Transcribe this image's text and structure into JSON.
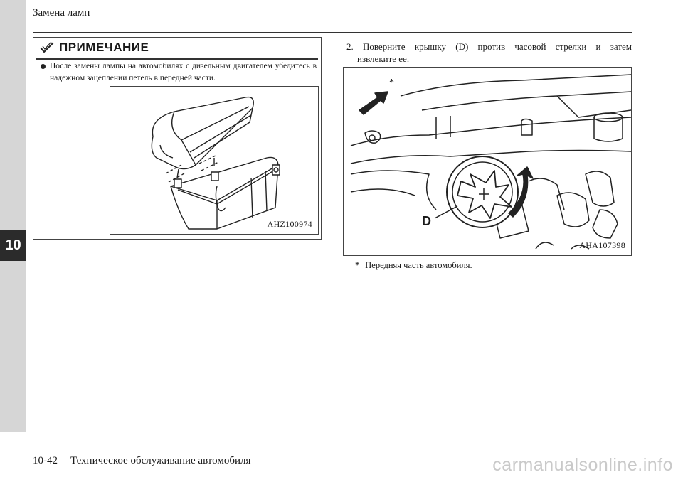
{
  "header": {
    "title": "Замена ламп"
  },
  "chapter_tab": "10",
  "note": {
    "title": "ПРИМЕЧАНИЕ",
    "text": "После замены лампы на автомобилях с дизельным двигателем убедитесь в надежном зацеплении петель в передней части.",
    "figure_code": "AHZ100974"
  },
  "step": {
    "number": "2.",
    "words": [
      "Поверните",
      "крышку",
      "(D)",
      "против",
      "часовой",
      "стрелки",
      "и",
      "затем"
    ],
    "line2": "извлеките ее."
  },
  "figure2": {
    "label_d": "D",
    "marker": "*",
    "figure_code": "AHA107398"
  },
  "footnote": {
    "mark": "*",
    "text": "Передняя часть автомобиля."
  },
  "footer": {
    "page": "10-42",
    "section": "Техническое обслуживание автомобиля"
  },
  "watermark": "carmanualsonline.info"
}
